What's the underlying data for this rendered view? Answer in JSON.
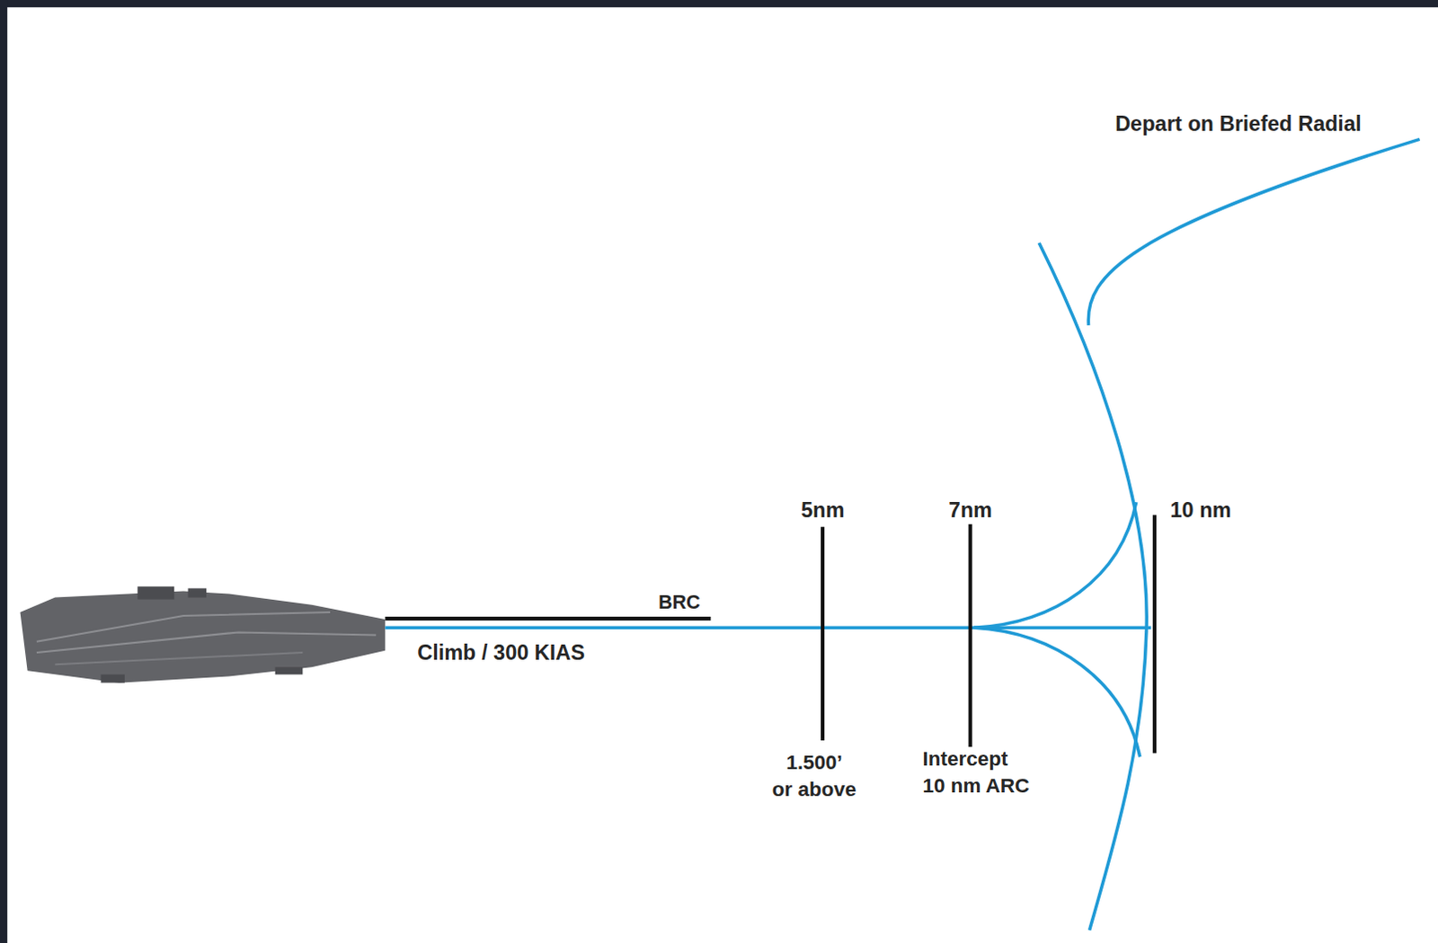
{
  "diagram": {
    "labels": [
      "Depart on Briefed Radial",
      "BRC",
      "Climb / 300 KIAS",
      "5nm",
      "7nm",
      "10 nm",
      "1.500’ or above",
      "Intercept 10 nm ARC"
    ]
  }
}
